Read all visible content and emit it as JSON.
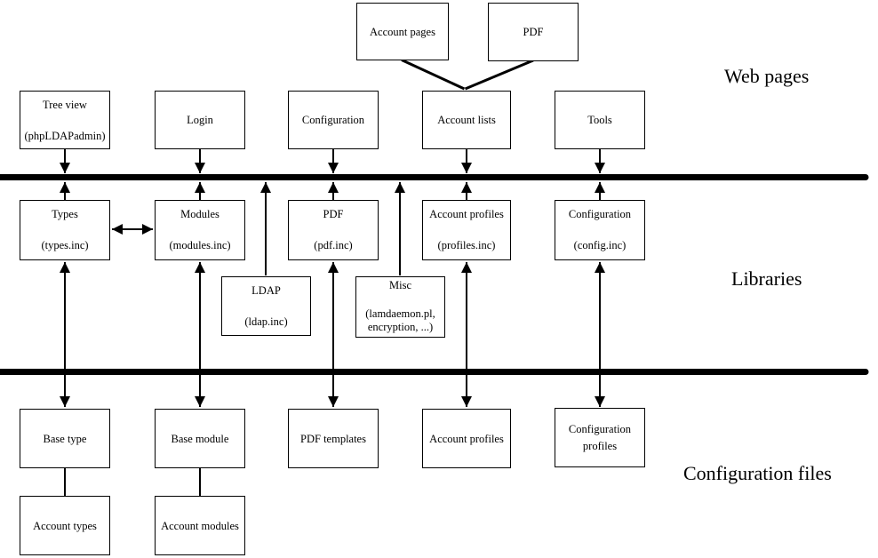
{
  "sections": {
    "web_pages": "Web pages",
    "libraries": "Libraries",
    "configuration_files": "Configuration files"
  },
  "boxes": {
    "account_pages": {
      "label": "Account pages"
    },
    "pdf_page": {
      "label": "PDF"
    },
    "tree_view": {
      "line1": "Tree view",
      "line2": "(phpLDAPadmin)"
    },
    "login": {
      "label": "Login"
    },
    "configuration_page": {
      "label": "Configuration"
    },
    "account_lists": {
      "label": "Account lists"
    },
    "tools": {
      "label": "Tools"
    },
    "types": {
      "line1": "Types",
      "line2": "(types.inc)"
    },
    "modules": {
      "line1": "Modules",
      "line2": "(modules.inc)"
    },
    "pdf_lib": {
      "line1": "PDF",
      "line2": "(pdf.inc)"
    },
    "account_profiles_lib": {
      "line1": "Account profiles",
      "line2": "(profiles.inc)"
    },
    "configuration_lib": {
      "line1": "Configuration",
      "line2": "(config.inc)"
    },
    "ldap": {
      "line1": "LDAP",
      "line2": "(ldap.inc)"
    },
    "misc": {
      "line1": "Misc",
      "line2": "(lamdaemon.pl,",
      "line3": "encryption, ...)"
    },
    "base_type": {
      "label": "Base type"
    },
    "base_module": {
      "label": "Base module"
    },
    "pdf_templates": {
      "label": "PDF templates"
    },
    "account_profiles_file": {
      "label": "Account profiles"
    },
    "configuration_profiles": {
      "line1": "Configuration",
      "line2": "profiles"
    },
    "account_types": {
      "label": "Account types"
    },
    "account_modules": {
      "label": "Account modules"
    }
  },
  "edges": [
    {
      "from": "account_pages",
      "to": "account_lists",
      "style": "plain-diagonal"
    },
    {
      "from": "pdf_page",
      "to": "account_lists",
      "style": "plain-diagonal"
    },
    {
      "from": "tree_view",
      "to": "libraries-bus",
      "style": "arrow-into-bus"
    },
    {
      "from": "login",
      "to": "libraries-bus",
      "style": "arrow-into-bus"
    },
    {
      "from": "configuration_page",
      "to": "libraries-bus",
      "style": "arrow-into-bus"
    },
    {
      "from": "account_lists",
      "to": "libraries-bus",
      "style": "arrow-into-bus"
    },
    {
      "from": "tools",
      "to": "libraries-bus",
      "style": "arrow-into-bus"
    },
    {
      "from": "types",
      "to": "libraries-bus",
      "style": "arrow-into-bus"
    },
    {
      "from": "modules",
      "to": "libraries-bus",
      "style": "arrow-into-bus"
    },
    {
      "from": "pdf_lib",
      "to": "libraries-bus",
      "style": "arrow-into-bus"
    },
    {
      "from": "account_profiles_lib",
      "to": "libraries-bus",
      "style": "arrow-into-bus"
    },
    {
      "from": "configuration_lib",
      "to": "libraries-bus",
      "style": "arrow-into-bus"
    },
    {
      "from": "ldap",
      "to": "libraries-bus",
      "style": "arrow-into-bus"
    },
    {
      "from": "misc",
      "to": "libraries-bus",
      "style": "arrow-into-bus"
    },
    {
      "from": "types",
      "to": "modules",
      "style": "double-arrow"
    },
    {
      "from": "types",
      "to": "base_type",
      "style": "double-arrow"
    },
    {
      "from": "modules",
      "to": "base_module",
      "style": "double-arrow"
    },
    {
      "from": "pdf_lib",
      "to": "pdf_templates",
      "style": "double-arrow"
    },
    {
      "from": "account_profiles_lib",
      "to": "account_profiles_file",
      "style": "double-arrow"
    },
    {
      "from": "configuration_lib",
      "to": "configuration_profiles",
      "style": "double-arrow"
    },
    {
      "from": "base_type",
      "to": "account_types",
      "style": "plain"
    },
    {
      "from": "base_module",
      "to": "account_modules",
      "style": "plain"
    }
  ],
  "colors": {
    "ink": "#000000",
    "background": "#ffffff"
  }
}
